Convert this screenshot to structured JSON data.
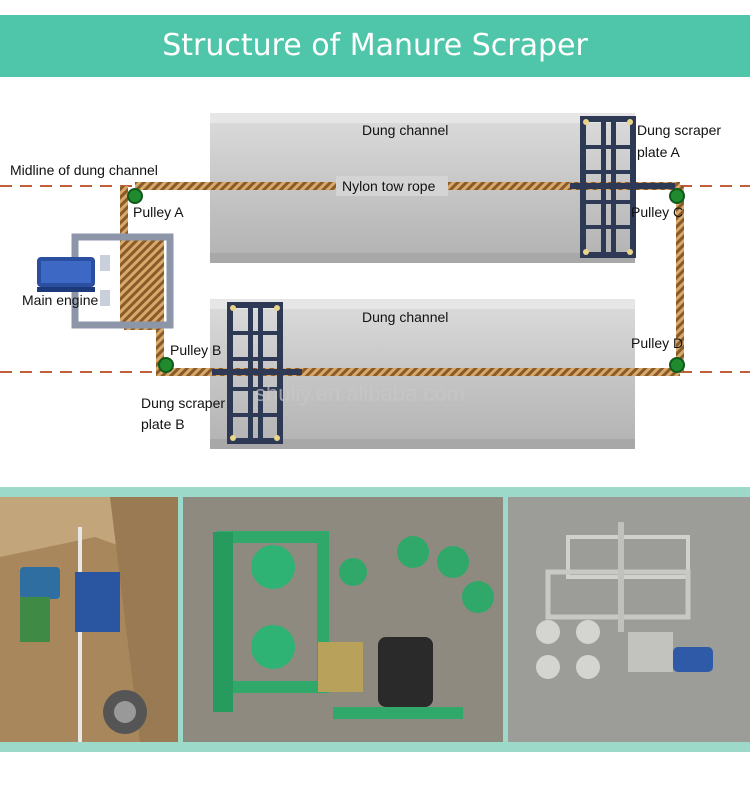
{
  "header": {
    "title": "Structure of Manure Scraper"
  },
  "diagram": {
    "midline_label": "Midline of dung channel",
    "channel_top_label": "Dung channel",
    "channel_bottom_label": "Dung channel",
    "rope_label": "Nylon tow rope",
    "main_engine_label": "Main engine",
    "pulley_a": "Pulley A",
    "pulley_b": "Pulley B",
    "pulley_c": "Pulley C",
    "pulley_d": "Pulley D",
    "plate_a_line1": "Dung scraper",
    "plate_a_line2": "plate A",
    "plate_b_line1": "Dung scraper",
    "plate_b_line2": "plate B",
    "watermark": "shuliy.en.alibaba.com"
  },
  "colors": {
    "header_bg": "#4fc6a9",
    "midline": "#c0603a",
    "rope": "#8a5a2b",
    "frame": "#2e3a55",
    "pulley": "#1f8a2e",
    "motor": "#2a4fa0"
  },
  "photos": [
    {
      "id": "photo-installed-scraper"
    },
    {
      "id": "photo-green-drive-unit"
    },
    {
      "id": "photo-grey-scraper-kit"
    }
  ]
}
